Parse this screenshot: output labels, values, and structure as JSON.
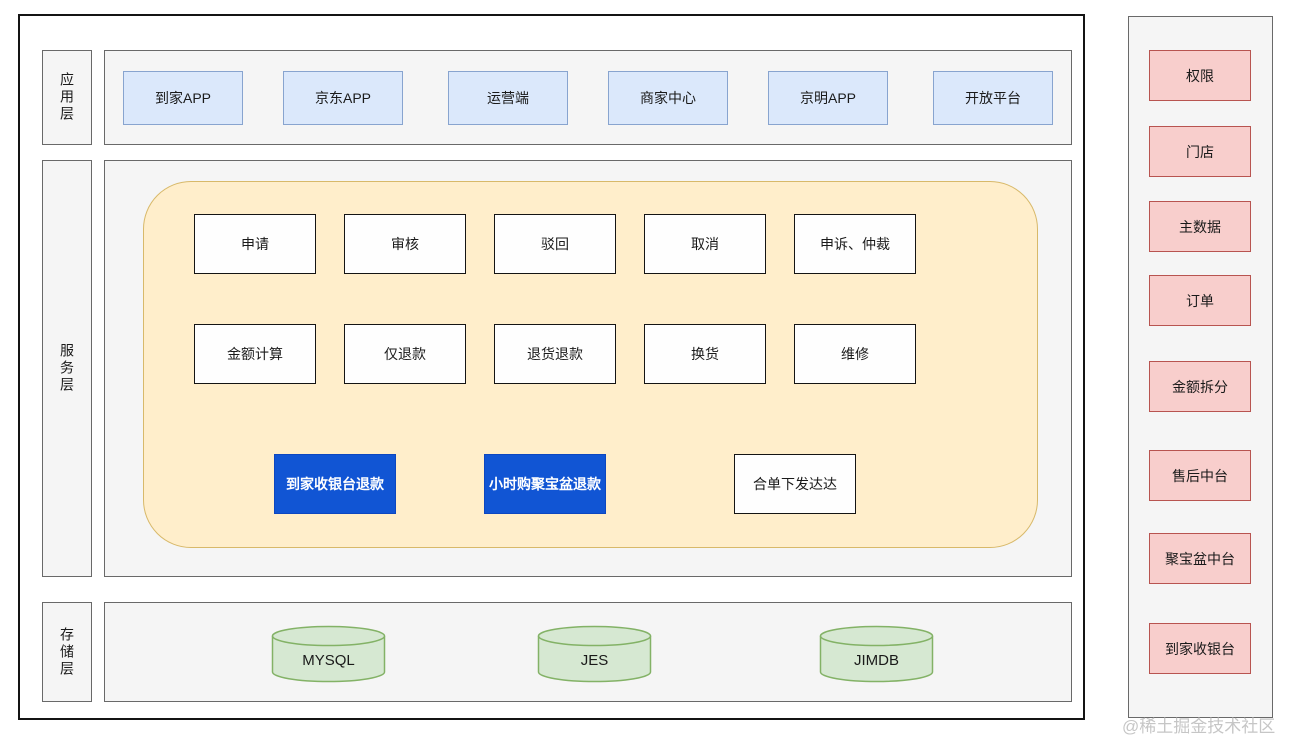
{
  "diagram": {
    "layers": [
      {
        "label": "应用层"
      },
      {
        "label": "服务层"
      },
      {
        "label": "存储层"
      }
    ],
    "app_layer": {
      "items": [
        "到家APP",
        "京东APP",
        "运营端",
        "商家中心",
        "京明APP",
        "开放平台"
      ]
    },
    "service_layer": {
      "row1": [
        "申请",
        "审核",
        "驳回",
        "取消",
        "申诉、仲裁"
      ],
      "row2": [
        "金额计算",
        "仅退款",
        "退货退款",
        "换货",
        "维修"
      ],
      "row3": [
        {
          "label": "到家收银台退款",
          "style": "primary"
        },
        {
          "label": "小时购聚宝盆退款",
          "style": "primary"
        },
        {
          "label": "合单下发达达",
          "style": "plain"
        }
      ]
    },
    "storage_layer": {
      "databases": [
        "MYSQL",
        "JES",
        "JIMDB"
      ]
    },
    "right_panel": {
      "items": [
        "权限",
        "门店",
        "主数据",
        "订单",
        "金额拆分",
        "售后中台",
        "聚宝盆中台",
        "到家收银台"
      ]
    }
  },
  "watermark": "@稀土掘金技术社区",
  "colors": {
    "app_box_fill": "#dbe8fb",
    "app_box_border": "#88a4cf",
    "service_zone_fill": "#ffeecb",
    "service_zone_border": "#d8b96a",
    "primary_box_fill": "#1155d4",
    "database_fill": "#d6e8d2",
    "database_border": "#83b266",
    "right_box_fill": "#f8cecc",
    "right_box_border": "#b85450",
    "band_fill": "#f5f5f5"
  }
}
